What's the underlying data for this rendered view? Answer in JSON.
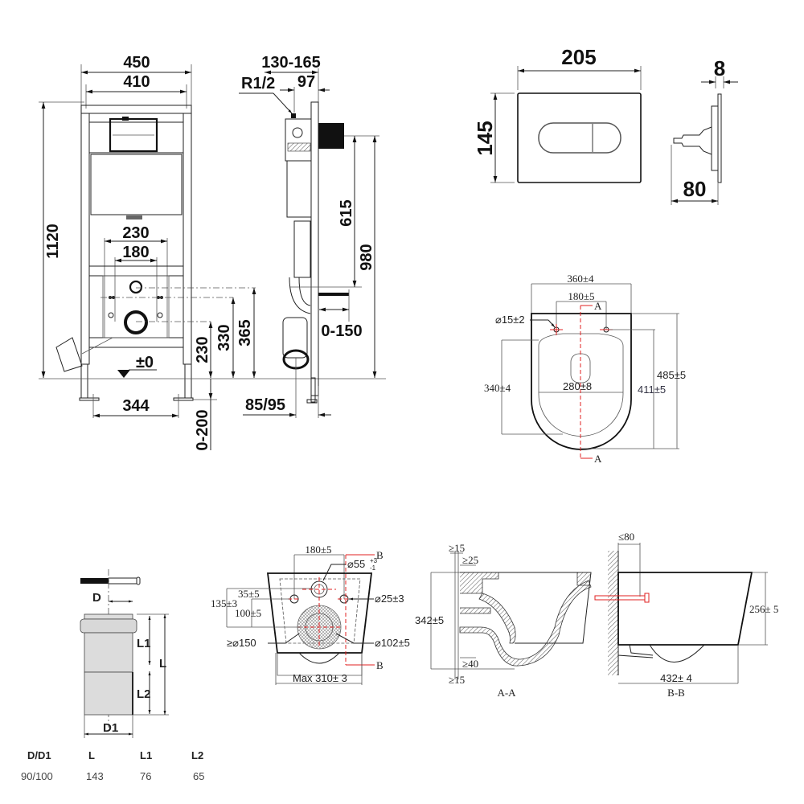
{
  "frame_front": {
    "width_outer": "450",
    "width_inner": "410",
    "height_total": "1120",
    "bracket_outer": "230",
    "bracket_inner": "180",
    "floor_mark": "±0",
    "feet_span": "344",
    "feet_adjust": "0-200",
    "outlet_height": "230",
    "bolt_height": "330",
    "inlet_height": "365"
  },
  "frame_side": {
    "depth_range": "130-165",
    "depth_97": "97",
    "water_connection": "R1/2",
    "button_height_offset": "615",
    "button_height": "980",
    "bolt_projection": "0-150",
    "outlet_offset": "85/95"
  },
  "flush_plate": {
    "width": "205",
    "height": "145",
    "thickness": "8",
    "depth": "80"
  },
  "bowl_top": {
    "width": "360±4",
    "bolt_spacing": "180±5",
    "bolt_hole": "⌀15±2",
    "length": "485±5",
    "bolt_to_front": "411±5",
    "seat_length": "340±4",
    "seat_width": "280±8",
    "section_label": "A"
  },
  "bowl_back": {
    "bolt_spacing": "180±5",
    "inlet_diameter": "⌀55",
    "inlet_tol_upper": "+3",
    "inlet_tol_lower": "-1",
    "bolt_diameter": "⌀25±3",
    "dim_35": "35±5",
    "dim_135": "135±3",
    "dim_100": "100±5",
    "outlet_min": "≥⌀150",
    "outlet_diameter": "⌀102±5",
    "max_width": "Max 310± 3",
    "section_label": "B"
  },
  "section_aa": {
    "min_top": "≥15",
    "min_25": "≥25",
    "height": "342±5",
    "min_40": "≥40",
    "min_bottom": "≥15",
    "title": "A-A"
  },
  "section_bb": {
    "wall_gap": "≤80",
    "height": "256± 5",
    "length": "432± 4",
    "title": "B-B"
  },
  "connector": {
    "label_D": "D",
    "label_D1": "D1",
    "label_L": "L",
    "label_L1": "L1",
    "label_L2": "L2",
    "table": {
      "headers": [
        "D/D1",
        "L",
        "L1",
        "L2"
      ],
      "values": [
        "90/100",
        "143",
        "76",
        "65"
      ]
    }
  },
  "colors": {
    "line": "#222222",
    "accent": "#e02020"
  }
}
